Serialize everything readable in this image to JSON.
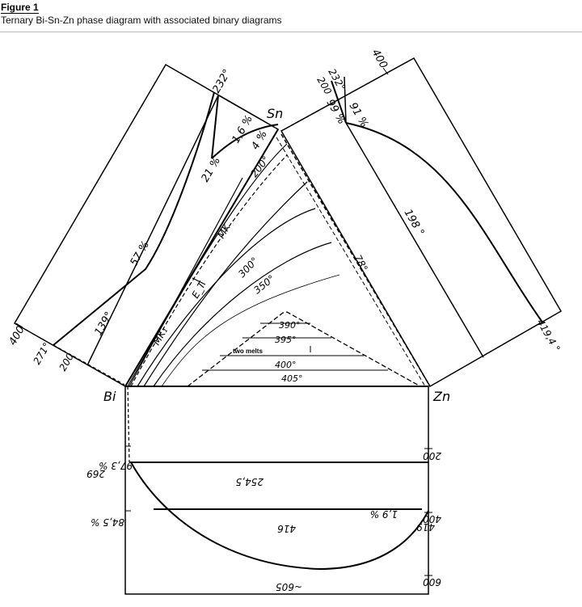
{
  "figure": {
    "label": "Figure 1",
    "title": "Ternary Bi-Sn-Zn phase diagram with associated binary diagrams"
  },
  "vertices": {
    "bi": "Bi",
    "sn": "Sn",
    "zn": "Zn"
  },
  "ternary": {
    "isotherms": [
      "200°",
      "300°",
      "350°",
      "390°",
      "395°",
      "400°",
      "405°"
    ],
    "two_melts": "two melts",
    "eutectic_trough": "78°",
    "mk_upper": "MK",
    "mk_lower": "MK₁",
    "et": "E_T"
  },
  "bi_sn": {
    "axis_400": "400",
    "bi_melting": "271°",
    "bi_200": "200",
    "eutectic": "139°",
    "eutectic_comp": "57 %",
    "sn_melting": "232°",
    "sn_21": "21 %",
    "sn_26": "1,6 %",
    "sn_4": "4 %"
  },
  "sn_zn": {
    "axis_400": "400",
    "sn_melting": "232°",
    "sn_200": "200",
    "comp_99": "99 %",
    "comp_91": "91 %",
    "eutectic": "198 °",
    "zn_melting": "419,4 °"
  },
  "bi_zn": {
    "tick_200": "200",
    "tick_400": "400",
    "tick_600": "600",
    "bi_melting": "269",
    "comp_973": "97,3 %",
    "monotectic_temp": "254,5",
    "comp_845": "84,5 %",
    "monotectic_416": "416",
    "comp_zn": "1,9 %",
    "zn_melting": "419",
    "critical": "~605"
  }
}
